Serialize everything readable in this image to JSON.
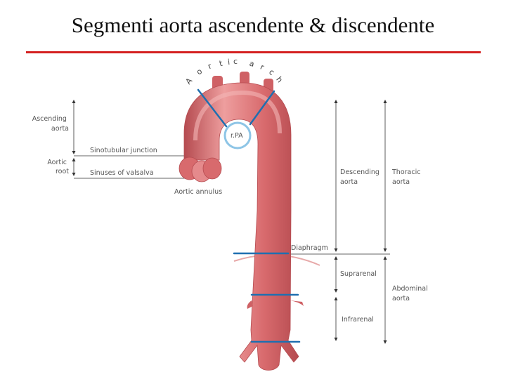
{
  "title": "Segmenti aorta ascendente & discendente",
  "colors": {
    "title_rule": "#d42020",
    "aorta_fill": "#d86a6d",
    "aorta_dark": "#b54b50",
    "aorta_light": "#ee9e9e",
    "cut_lines": "#1f6fb0",
    "rpa_ring": "#8ec5e6",
    "diaphragm": "#e7a9a9",
    "guide_lines": "#333333",
    "label_text": "#555555"
  },
  "labels": {
    "arch_letters": [
      "A",
      "o",
      "r",
      "t",
      "i",
      "c",
      "a",
      "r",
      "c",
      "h"
    ],
    "ascending_aorta": [
      "Ascending",
      "aorta"
    ],
    "aortic_root": [
      "Aortic",
      "root"
    ],
    "sinotubular_junction": "Sinotubular junction",
    "sinuses_of_valsalva": "Sinuses of valsalva",
    "aortic_annulus": "Aortic annulus",
    "rpa": "r.PA",
    "descending_aorta": [
      "Descending",
      "aorta"
    ],
    "thoracic_aorta": [
      "Thoracic",
      "aorta"
    ],
    "diaphragm": "Diaphragm",
    "suprarenal": "Suprarenal",
    "abdominal_aorta": [
      "Abdominal",
      "aorta"
    ],
    "infrarenal": "Infrarenal"
  },
  "icons": {
    "arrow_up": "triangle-up",
    "arrow_down": "triangle-down"
  }
}
